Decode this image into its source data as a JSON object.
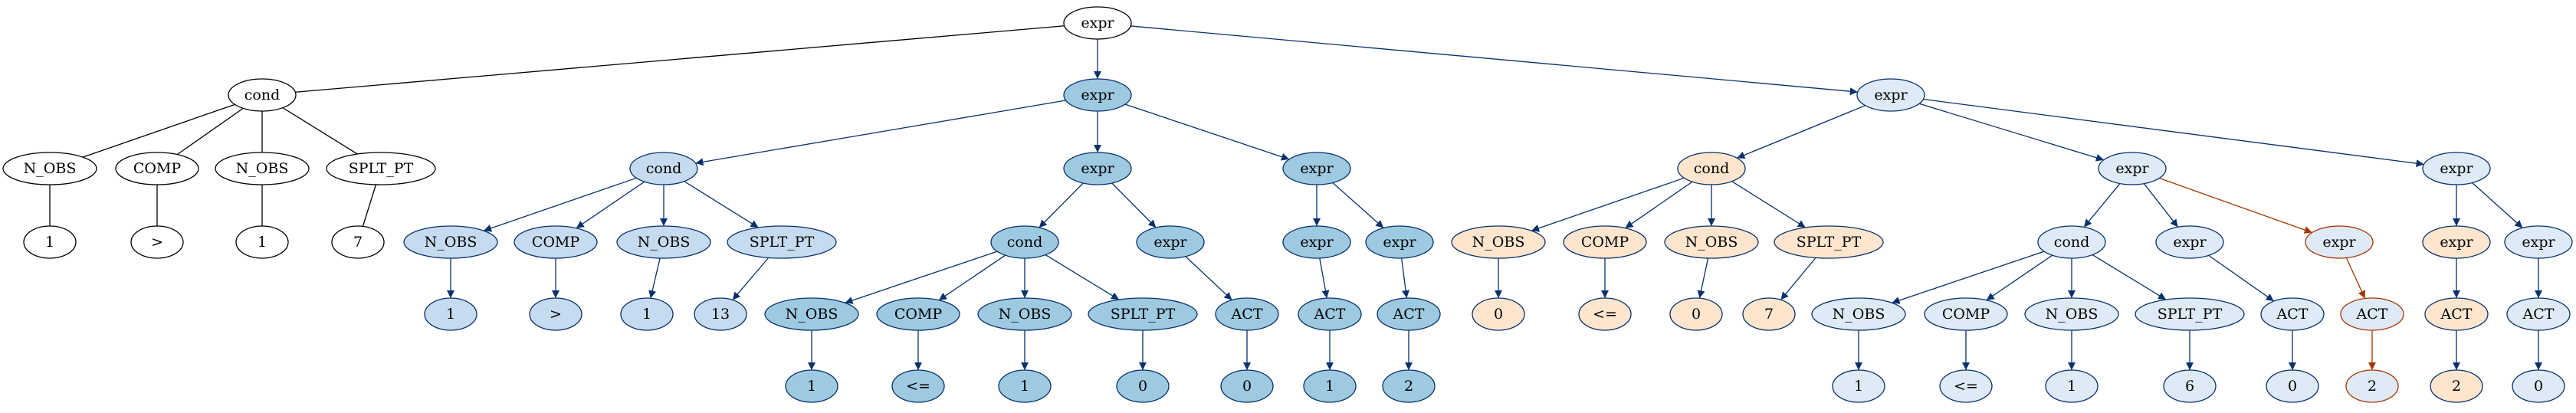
{
  "diagram": {
    "type": "tree",
    "palette": {
      "white": {
        "fill": "#ffffff",
        "stroke": "#000000",
        "edge": "#000000"
      },
      "dark": {
        "fill": "#9ecae1",
        "stroke": "#08306b",
        "edge": "#08306b"
      },
      "mid": {
        "fill": "#c6dbef",
        "stroke": "#08306b",
        "edge": "#08306b"
      },
      "light": {
        "fill": "#deebf7",
        "stroke": "#08306b",
        "edge": "#08306b"
      },
      "peach": {
        "fill": "#fee6ce",
        "stroke": "#08306b",
        "edge": "#08306b"
      },
      "red": {
        "fill": "#deebf7",
        "stroke": "#a63603",
        "edge": "#a63603"
      }
    },
    "nodes": [
      {
        "id": "n0",
        "label": "expr",
        "color": "white"
      },
      {
        "id": "n1",
        "label": "cond",
        "color": "white"
      },
      {
        "id": "n2",
        "label": "N_OBS",
        "color": "white"
      },
      {
        "id": "n3",
        "label": "1",
        "color": "white"
      },
      {
        "id": "n4",
        "label": "COMP",
        "color": "white"
      },
      {
        "id": "n5",
        "label": ">",
        "color": "white"
      },
      {
        "id": "n6",
        "label": "N_OBS",
        "color": "white"
      },
      {
        "id": "n7",
        "label": "1",
        "color": "white"
      },
      {
        "id": "n8",
        "label": "SPLT_PT",
        "color": "white"
      },
      {
        "id": "n9",
        "label": "7",
        "color": "white"
      },
      {
        "id": "n10",
        "label": "expr",
        "color": "dark"
      },
      {
        "id": "n11",
        "label": "cond",
        "color": "mid"
      },
      {
        "id": "n12",
        "label": "N_OBS",
        "color": "mid"
      },
      {
        "id": "n13",
        "label": "1",
        "color": "mid"
      },
      {
        "id": "n14",
        "label": "COMP",
        "color": "mid"
      },
      {
        "id": "n15",
        "label": ">",
        "color": "mid"
      },
      {
        "id": "n16",
        "label": "N_OBS",
        "color": "mid"
      },
      {
        "id": "n17",
        "label": "1",
        "color": "mid"
      },
      {
        "id": "n18",
        "label": "SPLT_PT",
        "color": "mid"
      },
      {
        "id": "n19",
        "label": "13",
        "color": "mid"
      },
      {
        "id": "n20",
        "label": "expr",
        "color": "dark"
      },
      {
        "id": "n21",
        "label": "cond",
        "color": "dark"
      },
      {
        "id": "n22",
        "label": "N_OBS",
        "color": "dark"
      },
      {
        "id": "n23",
        "label": "1",
        "color": "dark"
      },
      {
        "id": "n24",
        "label": "COMP",
        "color": "dark"
      },
      {
        "id": "n25",
        "label": "<=",
        "color": "dark"
      },
      {
        "id": "n26",
        "label": "N_OBS",
        "color": "dark"
      },
      {
        "id": "n27",
        "label": "1",
        "color": "dark"
      },
      {
        "id": "n28",
        "label": "SPLT_PT",
        "color": "dark"
      },
      {
        "id": "n29",
        "label": "0",
        "color": "dark"
      },
      {
        "id": "n30",
        "label": "expr",
        "color": "dark"
      },
      {
        "id": "n31",
        "label": "ACT",
        "color": "dark"
      },
      {
        "id": "n32",
        "label": "0",
        "color": "dark"
      },
      {
        "id": "n33",
        "label": "expr",
        "color": "dark"
      },
      {
        "id": "n34",
        "label": "expr",
        "color": "dark"
      },
      {
        "id": "n35",
        "label": "ACT",
        "color": "dark"
      },
      {
        "id": "n36",
        "label": "1",
        "color": "dark"
      },
      {
        "id": "n37",
        "label": "expr",
        "color": "dark"
      },
      {
        "id": "n38",
        "label": "ACT",
        "color": "dark"
      },
      {
        "id": "n39",
        "label": "2",
        "color": "dark"
      },
      {
        "id": "n40",
        "label": "expr",
        "color": "light"
      },
      {
        "id": "n41",
        "label": "cond",
        "color": "peach"
      },
      {
        "id": "n42",
        "label": "N_OBS",
        "color": "peach"
      },
      {
        "id": "n43",
        "label": "0",
        "color": "peach"
      },
      {
        "id": "n44",
        "label": "COMP",
        "color": "peach"
      },
      {
        "id": "n45",
        "label": "<=",
        "color": "peach"
      },
      {
        "id": "n46",
        "label": "N_OBS",
        "color": "peach"
      },
      {
        "id": "n47",
        "label": "0",
        "color": "peach"
      },
      {
        "id": "n48",
        "label": "SPLT_PT",
        "color": "peach"
      },
      {
        "id": "n49",
        "label": "7",
        "color": "peach"
      },
      {
        "id": "n50",
        "label": "expr",
        "color": "light"
      },
      {
        "id": "n51",
        "label": "cond",
        "color": "light"
      },
      {
        "id": "n52",
        "label": "N_OBS",
        "color": "light"
      },
      {
        "id": "n53",
        "label": "1",
        "color": "light"
      },
      {
        "id": "n54",
        "label": "COMP",
        "color": "light"
      },
      {
        "id": "n55",
        "label": "<=",
        "color": "light"
      },
      {
        "id": "n56",
        "label": "N_OBS",
        "color": "light"
      },
      {
        "id": "n57",
        "label": "1",
        "color": "light"
      },
      {
        "id": "n58",
        "label": "SPLT_PT",
        "color": "light"
      },
      {
        "id": "n59",
        "label": "6",
        "color": "light"
      },
      {
        "id": "n60",
        "label": "expr",
        "color": "light"
      },
      {
        "id": "n61",
        "label": "ACT",
        "color": "light"
      },
      {
        "id": "n62",
        "label": "0",
        "color": "light"
      },
      {
        "id": "n63",
        "label": "expr",
        "color": "red"
      },
      {
        "id": "n64",
        "label": "ACT",
        "color": "red"
      },
      {
        "id": "n65",
        "label": "2",
        "color": "red"
      },
      {
        "id": "n66",
        "label": "expr",
        "color": "light"
      },
      {
        "id": "n67",
        "label": "expr",
        "color": "peach"
      },
      {
        "id": "n68",
        "label": "ACT",
        "color": "peach"
      },
      {
        "id": "n69",
        "label": "2",
        "color": "peach"
      },
      {
        "id": "n70",
        "label": "expr",
        "color": "light"
      },
      {
        "id": "n71",
        "label": "ACT",
        "color": "light"
      },
      {
        "id": "n72",
        "label": "0",
        "color": "light"
      }
    ],
    "edges": [
      [
        "n0",
        "n1"
      ],
      [
        "n0",
        "n10"
      ],
      [
        "n0",
        "n40"
      ],
      [
        "n1",
        "n2"
      ],
      [
        "n1",
        "n4"
      ],
      [
        "n1",
        "n6"
      ],
      [
        "n1",
        "n8"
      ],
      [
        "n2",
        "n3"
      ],
      [
        "n4",
        "n5"
      ],
      [
        "n6",
        "n7"
      ],
      [
        "n8",
        "n9"
      ],
      [
        "n10",
        "n11"
      ],
      [
        "n10",
        "n20"
      ],
      [
        "n10",
        "n33"
      ],
      [
        "n11",
        "n12"
      ],
      [
        "n11",
        "n14"
      ],
      [
        "n11",
        "n16"
      ],
      [
        "n11",
        "n18"
      ],
      [
        "n12",
        "n13"
      ],
      [
        "n14",
        "n15"
      ],
      [
        "n16",
        "n17"
      ],
      [
        "n18",
        "n19"
      ],
      [
        "n20",
        "n21"
      ],
      [
        "n20",
        "n30"
      ],
      [
        "n21",
        "n22"
      ],
      [
        "n21",
        "n24"
      ],
      [
        "n21",
        "n26"
      ],
      [
        "n21",
        "n28"
      ],
      [
        "n22",
        "n23"
      ],
      [
        "n24",
        "n25"
      ],
      [
        "n26",
        "n27"
      ],
      [
        "n28",
        "n29"
      ],
      [
        "n30",
        "n31"
      ],
      [
        "n31",
        "n32"
      ],
      [
        "n33",
        "n34"
      ],
      [
        "n33",
        "n37"
      ],
      [
        "n34",
        "n35"
      ],
      [
        "n35",
        "n36"
      ],
      [
        "n37",
        "n38"
      ],
      [
        "n38",
        "n39"
      ],
      [
        "n40",
        "n41"
      ],
      [
        "n40",
        "n50"
      ],
      [
        "n40",
        "n66"
      ],
      [
        "n41",
        "n42"
      ],
      [
        "n41",
        "n44"
      ],
      [
        "n41",
        "n46"
      ],
      [
        "n41",
        "n48"
      ],
      [
        "n42",
        "n43"
      ],
      [
        "n44",
        "n45"
      ],
      [
        "n46",
        "n47"
      ],
      [
        "n48",
        "n49"
      ],
      [
        "n50",
        "n51"
      ],
      [
        "n50",
        "n60"
      ],
      [
        "n50",
        "n63"
      ],
      [
        "n51",
        "n52"
      ],
      [
        "n51",
        "n54"
      ],
      [
        "n51",
        "n56"
      ],
      [
        "n51",
        "n58"
      ],
      [
        "n52",
        "n53"
      ],
      [
        "n54",
        "n55"
      ],
      [
        "n56",
        "n57"
      ],
      [
        "n58",
        "n59"
      ],
      [
        "n60",
        "n61"
      ],
      [
        "n61",
        "n62"
      ],
      [
        "n63",
        "n64"
      ],
      [
        "n64",
        "n65"
      ],
      [
        "n66",
        "n67"
      ],
      [
        "n66",
        "n70"
      ],
      [
        "n67",
        "n68"
      ],
      [
        "n68",
        "n69"
      ],
      [
        "n70",
        "n71"
      ],
      [
        "n71",
        "n72"
      ]
    ]
  }
}
